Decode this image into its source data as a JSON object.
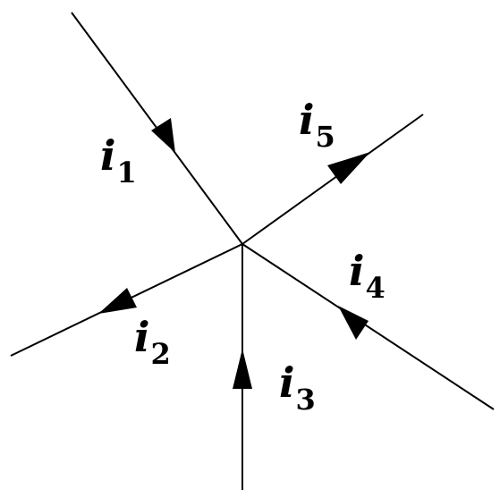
{
  "diagram": {
    "branches": [
      {
        "id": "i1",
        "letter": "i",
        "index": "1",
        "direction": "into-node"
      },
      {
        "id": "i2",
        "letter": "i",
        "index": "2",
        "direction": "out-of-node"
      },
      {
        "id": "i3",
        "letter": "i",
        "index": "3",
        "direction": "into-node"
      },
      {
        "id": "i4",
        "letter": "i",
        "index": "4",
        "direction": "into-node"
      },
      {
        "id": "i5",
        "letter": "i",
        "index": "5",
        "direction": "out-of-node"
      }
    ],
    "colors": {
      "line": "#000000",
      "background": "#ffffff"
    }
  }
}
